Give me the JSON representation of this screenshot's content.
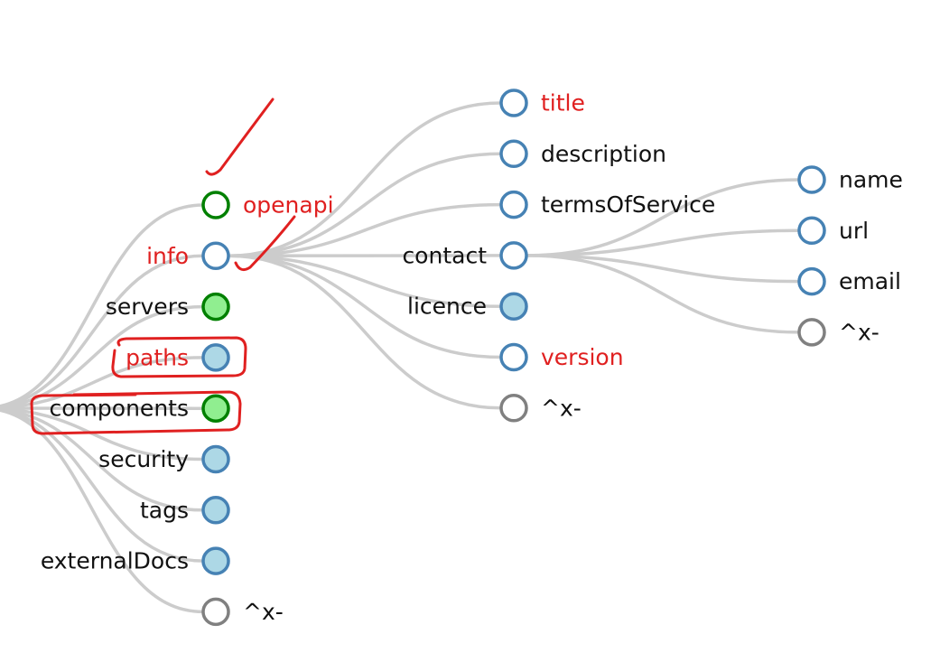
{
  "colors": {
    "link": "#cccccc",
    "text": "#111111",
    "highlight": "#e02020",
    "annotation": "#e02020"
  },
  "node_styles": {
    "blue-empty": {
      "fill": "#ffffff",
      "stroke": "#4682b4"
    },
    "blue-filled": {
      "fill": "#add8e6",
      "stroke": "#4682b4"
    },
    "green-empty": {
      "fill": "#ffffff",
      "stroke": "#008000"
    },
    "green-filled": {
      "fill": "#90ee90",
      "stroke": "#008000"
    },
    "gray-empty": {
      "fill": "#ffffff",
      "stroke": "#808080"
    }
  },
  "tree": {
    "root_children": [
      {
        "id": "openapi",
        "label": "openapi",
        "style": "green-empty",
        "label_side": "right",
        "highlight": true
      },
      {
        "id": "info",
        "label": "info",
        "style": "blue-empty",
        "label_side": "left",
        "highlight": true,
        "children": [
          {
            "id": "title",
            "label": "title",
            "style": "blue-empty",
            "label_side": "right",
            "highlight": true
          },
          {
            "id": "description",
            "label": "description",
            "style": "blue-empty",
            "label_side": "right",
            "highlight": false
          },
          {
            "id": "termsOfService",
            "label": "termsOfService",
            "style": "blue-empty",
            "label_side": "right",
            "highlight": false
          },
          {
            "id": "contact",
            "label": "contact",
            "style": "blue-empty",
            "label_side": "left",
            "highlight": false,
            "children": [
              {
                "id": "name",
                "label": "name",
                "style": "blue-empty",
                "label_side": "right",
                "highlight": false
              },
              {
                "id": "url",
                "label": "url",
                "style": "blue-empty",
                "label_side": "right",
                "highlight": false
              },
              {
                "id": "email",
                "label": "email",
                "style": "blue-empty",
                "label_side": "right",
                "highlight": false
              },
              {
                "id": "contact-ext",
                "label": "^x-",
                "style": "gray-empty",
                "label_side": "right",
                "highlight": false
              }
            ]
          },
          {
            "id": "licence",
            "label": "licence",
            "style": "blue-filled",
            "label_side": "left",
            "highlight": false
          },
          {
            "id": "version",
            "label": "version",
            "style": "blue-empty",
            "label_side": "right",
            "highlight": true
          },
          {
            "id": "info-ext",
            "label": "^x-",
            "style": "gray-empty",
            "label_side": "right",
            "highlight": false
          }
        ]
      },
      {
        "id": "servers",
        "label": "servers",
        "style": "green-filled",
        "label_side": "left",
        "highlight": false
      },
      {
        "id": "paths",
        "label": "paths",
        "style": "blue-filled",
        "label_side": "left",
        "highlight": true,
        "boxed": true
      },
      {
        "id": "components",
        "label": "components",
        "style": "green-filled",
        "label_side": "left",
        "highlight": false,
        "boxed": true
      },
      {
        "id": "security",
        "label": "security",
        "style": "blue-filled",
        "label_side": "left",
        "highlight": false
      },
      {
        "id": "tags",
        "label": "tags",
        "style": "blue-filled",
        "label_side": "left",
        "highlight": false
      },
      {
        "id": "externalDocs",
        "label": "externalDocs",
        "style": "blue-filled",
        "label_side": "left",
        "highlight": false
      },
      {
        "id": "root-ext",
        "label": "^x-",
        "style": "gray-empty",
        "label_side": "right",
        "highlight": false
      }
    ]
  }
}
